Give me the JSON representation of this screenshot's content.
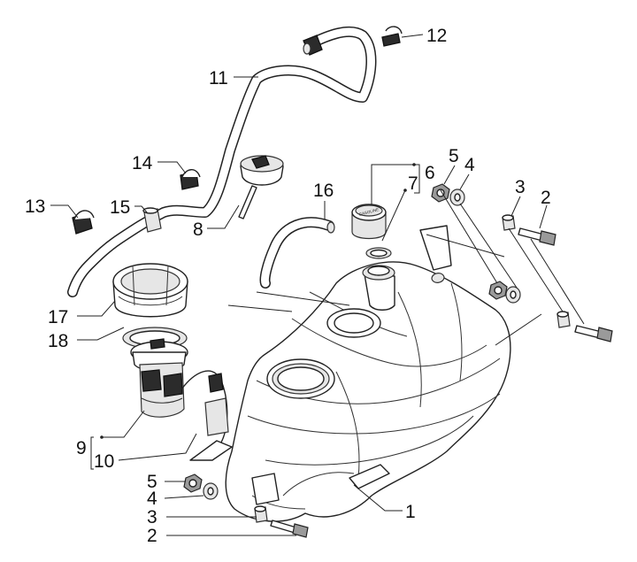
{
  "figure": {
    "type": "exploded-parts-diagram",
    "subject": "fuel tank assembly",
    "callouts": [
      {
        "key": "c1",
        "label": "1"
      },
      {
        "key": "c2a",
        "label": "2"
      },
      {
        "key": "c2b",
        "label": "2"
      },
      {
        "key": "c3a",
        "label": "3"
      },
      {
        "key": "c3b",
        "label": "3"
      },
      {
        "key": "c4a",
        "label": "4"
      },
      {
        "key": "c4b",
        "label": "4"
      },
      {
        "key": "c5a",
        "label": "5"
      },
      {
        "key": "c5b",
        "label": "5"
      },
      {
        "key": "c6",
        "label": "6"
      },
      {
        "key": "c7",
        "label": "7"
      },
      {
        "key": "c8",
        "label": "8"
      },
      {
        "key": "c9",
        "label": "9"
      },
      {
        "key": "c10",
        "label": "10"
      },
      {
        "key": "c11",
        "label": "11"
      },
      {
        "key": "c12",
        "label": "12"
      },
      {
        "key": "c13",
        "label": "13"
      },
      {
        "key": "c14",
        "label": "14"
      },
      {
        "key": "c15",
        "label": "15"
      },
      {
        "key": "c16",
        "label": "16"
      },
      {
        "key": "c17",
        "label": "17"
      },
      {
        "key": "c18",
        "label": "18"
      }
    ],
    "cap_logo_text": "GASOLINE"
  }
}
